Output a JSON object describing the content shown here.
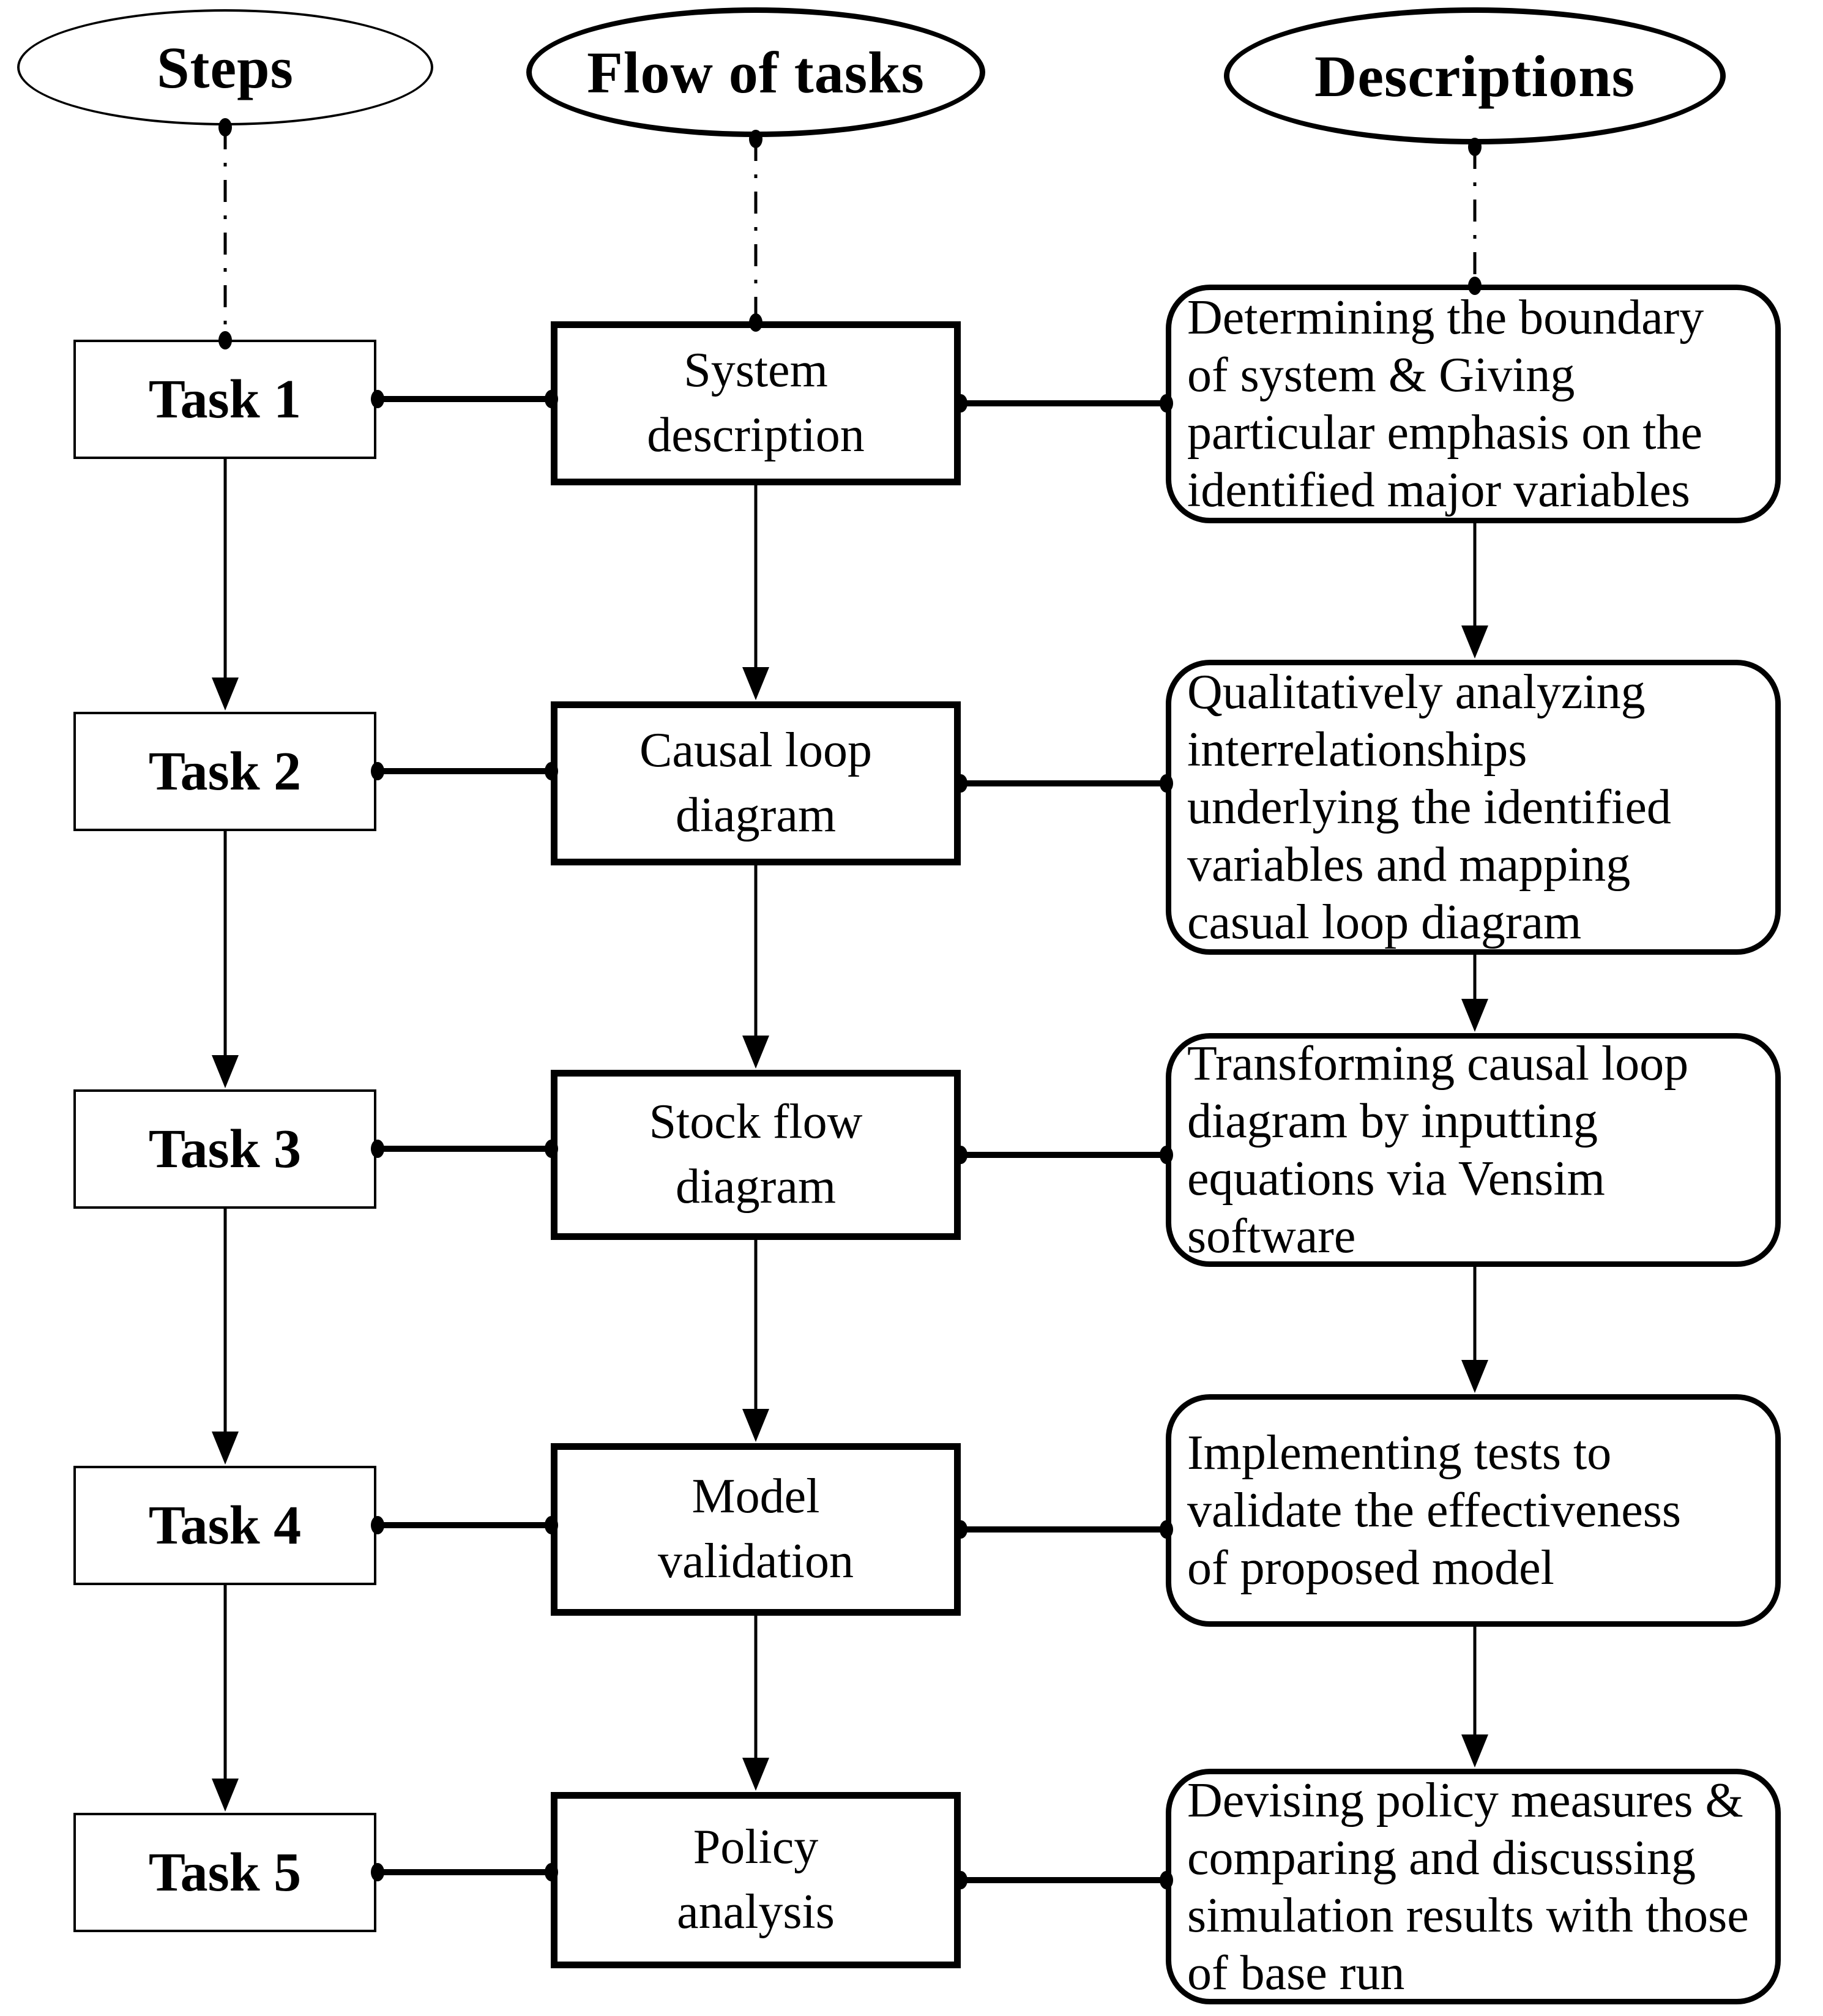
{
  "colors": {
    "ink": "#000000",
    "paper": "#ffffff"
  },
  "headers": {
    "steps": "Steps",
    "flow": "Flow of tasks",
    "descriptions": "Descriptions"
  },
  "rows": [
    {
      "task": "Task 1",
      "flow": [
        "System",
        "description"
      ],
      "description": [
        "Determining the boundary",
        "of system & Giving",
        "particular emphasis on the",
        "identified major variables"
      ]
    },
    {
      "task": "Task 2",
      "flow": [
        "Causal loop",
        "diagram"
      ],
      "description": [
        "Qualitatively analyzing",
        "interrelationships",
        "underlying the identified",
        "variables and mapping",
        "casual loop diagram"
      ]
    },
    {
      "task": "Task 3",
      "flow": [
        "Stock flow",
        "diagram"
      ],
      "description": [
        "Transforming causal loop",
        "diagram by inputting",
        "equations via Vensim",
        "software"
      ]
    },
    {
      "task": "Task 4",
      "flow": [
        "Model",
        "validation"
      ],
      "description": [
        "Implementing tests to",
        "validate the effectiveness",
        "of proposed model"
      ]
    },
    {
      "task": "Task 5",
      "flow": [
        "Policy",
        "analysis"
      ],
      "description": [
        "Devising policy measures &",
        "comparing and discussing",
        "simulation results with those",
        "of base run"
      ]
    }
  ]
}
